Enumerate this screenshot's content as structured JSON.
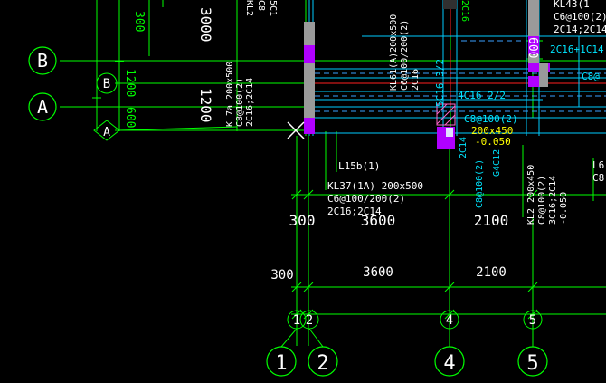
{
  "axes_left": [
    {
      "letter": "B",
      "sub": "B"
    },
    {
      "letter": "A",
      "sub": "A"
    }
  ],
  "axes_bottom": [
    {
      "num": "1",
      "sub": "1"
    },
    {
      "num": "2",
      "sub": "2"
    },
    {
      "num": "4",
      "sub": "4"
    },
    {
      "num": "5",
      "sub": "5"
    }
  ],
  "dims_vertical": {
    "top_green": "300",
    "top_white": "3000",
    "mid_green": "1200",
    "mid_white": "1200",
    "low_green": "600"
  },
  "dims_horizontal_white": [
    "300",
    "3600",
    "2100"
  ],
  "dims_horizontal_green": [
    "300",
    "3600",
    "2100"
  ],
  "beams": {
    "kl2_top": {
      "line1": "KL2",
      "line2": "C8",
      "line3": "5C1"
    },
    "kl7a": {
      "line1": "KL7a 200x500",
      "line2": "C8@100(2)",
      "line3": "2C16;2C14"
    },
    "kl61": {
      "line1": "KL61(A)200x500",
      "line2": "C6@100/200(2)",
      "line3": "2C16"
    },
    "kl37": {
      "line1": "KL37(1A) 200x500",
      "line2": "C6@100/200(2)",
      "line3": "2C16;2C14"
    },
    "l15b": {
      "line1": "L15b(1)"
    },
    "kl2_right": {
      "line1": "KL2 200x450",
      "line2": "C8@100(2)",
      "line3": "3C16;2C14",
      "line4": "-0.050"
    },
    "kl43": {
      "line1": "KL43(1",
      "line2": "C6@100(2)",
      "line3": "2C14;2C14"
    },
    "l6_right": {
      "line1": "L6",
      "line2": "C8"
    }
  },
  "annotations": {
    "c16_top": "2C16",
    "dim_600": "600",
    "c16_c14": "2C16+1C14",
    "c8_right": "C8@",
    "c16_32": "5C16 3/2",
    "c16_22": "4C16 2/2",
    "c8_100": "C8@100(2)",
    "section_200x450": "200x450",
    "elev_minus": "-0.050",
    "c14_vert": "2C14",
    "g4c12": "G4C12",
    "c8_100_vert": "C8@100(2)"
  }
}
